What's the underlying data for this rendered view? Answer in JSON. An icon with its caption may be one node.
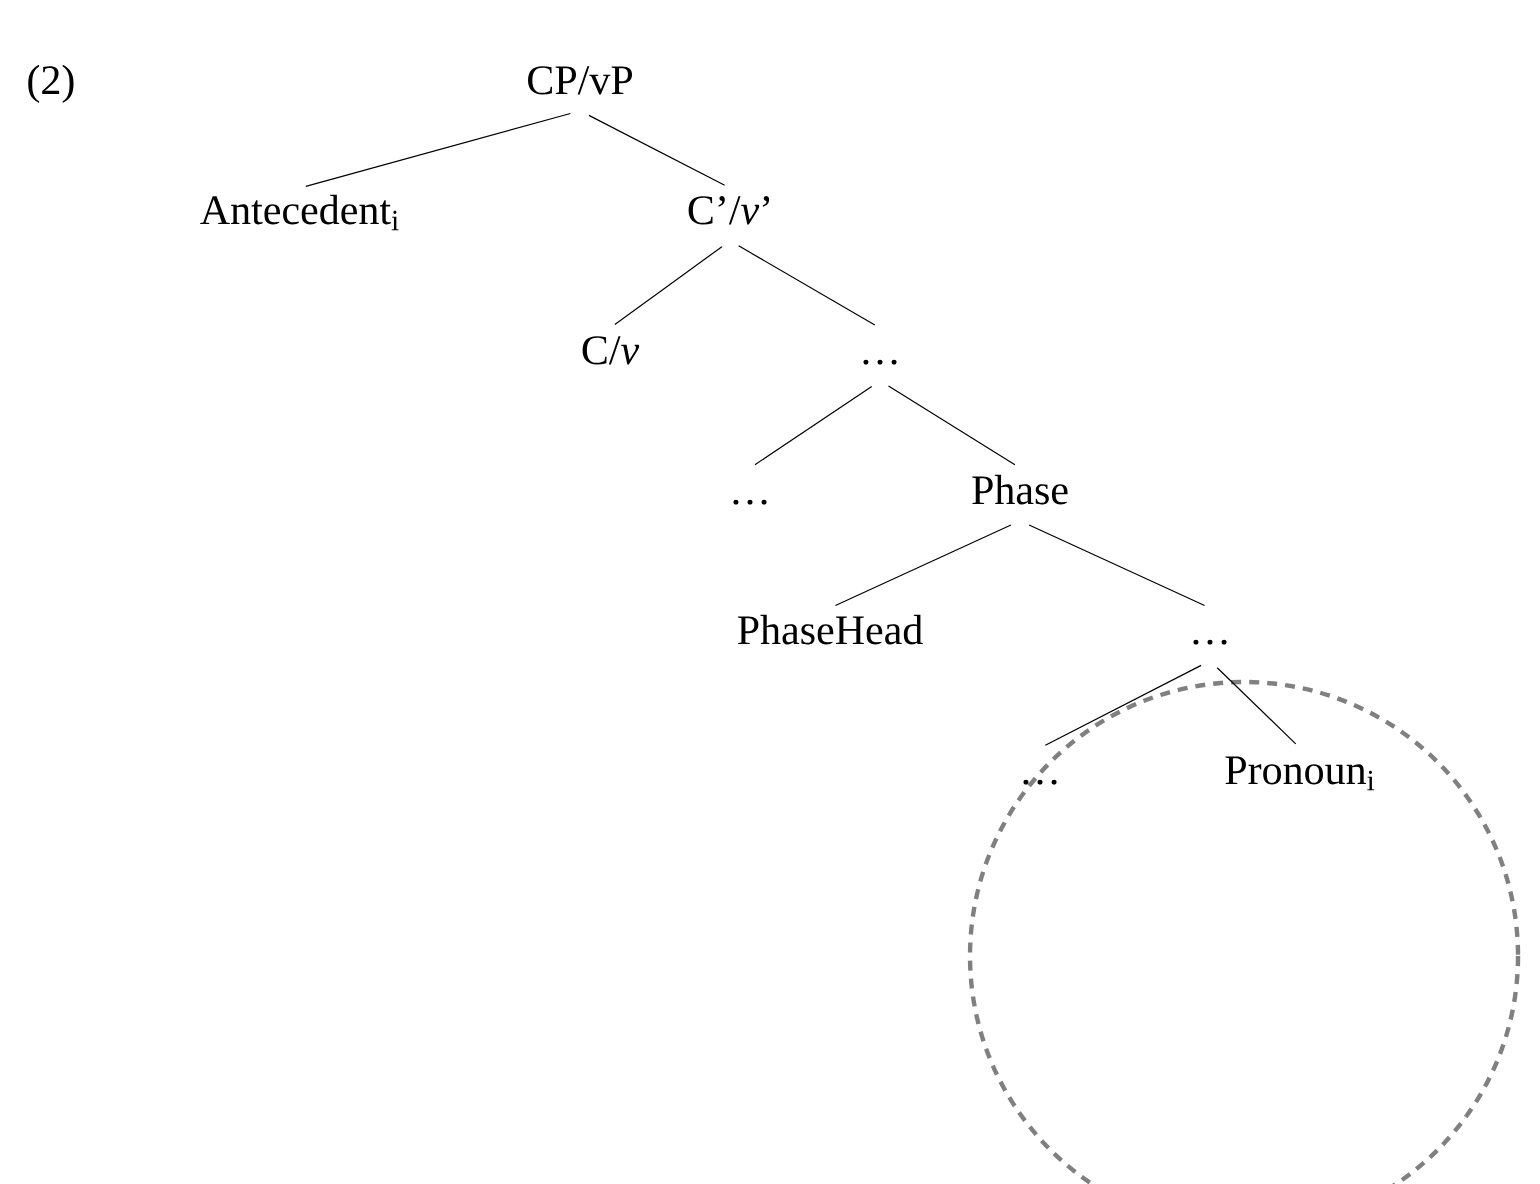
{
  "diagram": {
    "nodes": [
      {
        "text": [
          "CP/vP"
        ]
      },
      {
        "text": [
          "Antecedent$_{i}$"
        ]
      },
      {
        "text": [
          "C’/*v*’"
        ]
      },
      {
        "text": [
          "C/*v*"
        ]
      },
      {
        "text": [
          "…"
        ]
      },
      {
        "text": [
          "…"
        ]
      },
      {
        "text": [
          "Phase"
        ]
      },
      {
        "text": [
          "PhaseHead"
        ]
      },
      {
        "text": [
          "…"
        ]
      },
      {
        "text": [
          "…"
        ]
      },
      {
        "text": [
          "Pronoun$_{i}$"
        ]
      }
    ],
    "edges": [
      {
        "from": 0,
        "to": 1,
        "arrow": "none"
      },
      {
        "from": 0,
        "to": 2,
        "arrow": "none"
      },
      {
        "from": 2,
        "to": 3,
        "arrow": "none"
      },
      {
        "from": 2,
        "to": 4,
        "arrow": "none"
      },
      {
        "from": 4,
        "to": 5,
        "arrow": "none"
      },
      {
        "from": 4,
        "to": 6,
        "arrow": "none"
      },
      {
        "from": 6,
        "to": 7,
        "arrow": "none"
      },
      {
        "from": 6,
        "to": 8,
        "arrow": "none"
      },
      {
        "from": 8,
        "to": 9,
        "arrow": "none"
      },
      {
        "from": 8,
        "to": 10,
        "arrow": "none"
      }
    ],
    "labels": [
      "(2)"
    ]
  }
}
